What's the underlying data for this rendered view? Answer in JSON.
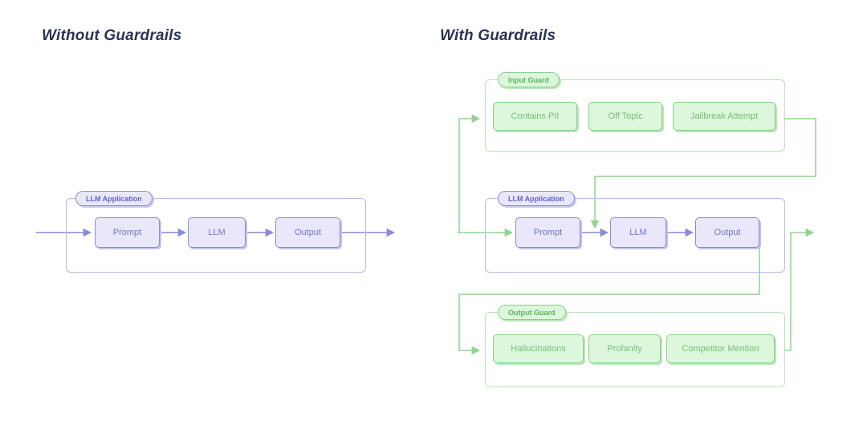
{
  "titles": {
    "left": "Without Guardrails",
    "right": "With Guardrails"
  },
  "left_diagram": {
    "container_label": "LLM Application",
    "nodes": [
      "Prompt",
      "LLM",
      "Output"
    ]
  },
  "right_diagram": {
    "input_guard": {
      "label": "Input Guard",
      "nodes": [
        "Contains PII",
        "Off Topic",
        "Jailbreak Attempt"
      ]
    },
    "llm_app": {
      "label": "LLM Application",
      "nodes": [
        "Prompt",
        "LLM",
        "Output"
      ]
    },
    "output_guard": {
      "label": "Output Guard",
      "nodes": [
        "Hallucinations",
        "Profanity",
        "Competitor Mention"
      ]
    }
  },
  "colors": {
    "purple_line": "#8b89d9",
    "purple_fill": "#e9e8fb",
    "purple_text": "#7573d0",
    "green_line": "#90d490",
    "green_fill": "#dcf7dc",
    "green_text": "#74c274",
    "title_text": "#2c3255"
  }
}
